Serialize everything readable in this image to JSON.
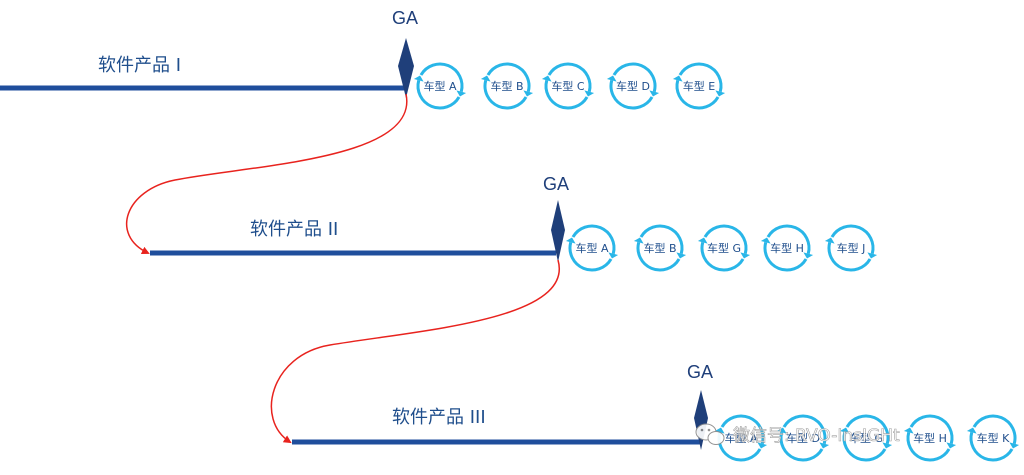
{
  "rows": [
    {
      "product_label": "软件产品 I",
      "ga_label": "GA",
      "variants": [
        "车型 A",
        "车型 B",
        "车型 C",
        "车型 D",
        "车型 E"
      ]
    },
    {
      "product_label": "软件产品 II",
      "ga_label": "GA",
      "variants": [
        "车型 A",
        "车型 B",
        "车型 G",
        "车型 H",
        "车型 J"
      ]
    },
    {
      "product_label": "软件产品 III",
      "ga_label": "GA",
      "variants": [
        "车型 A",
        "车型 D",
        "车型 G",
        "车型 H",
        "车型 K"
      ]
    }
  ],
  "watermark": {
    "text": "微信号: RVO-InsIGHt"
  },
  "colors": {
    "timeline": "#1f4e9c",
    "ga_marker": "#1f3f7a",
    "cycle": "#29b6e8",
    "connector": "#e8231e"
  }
}
